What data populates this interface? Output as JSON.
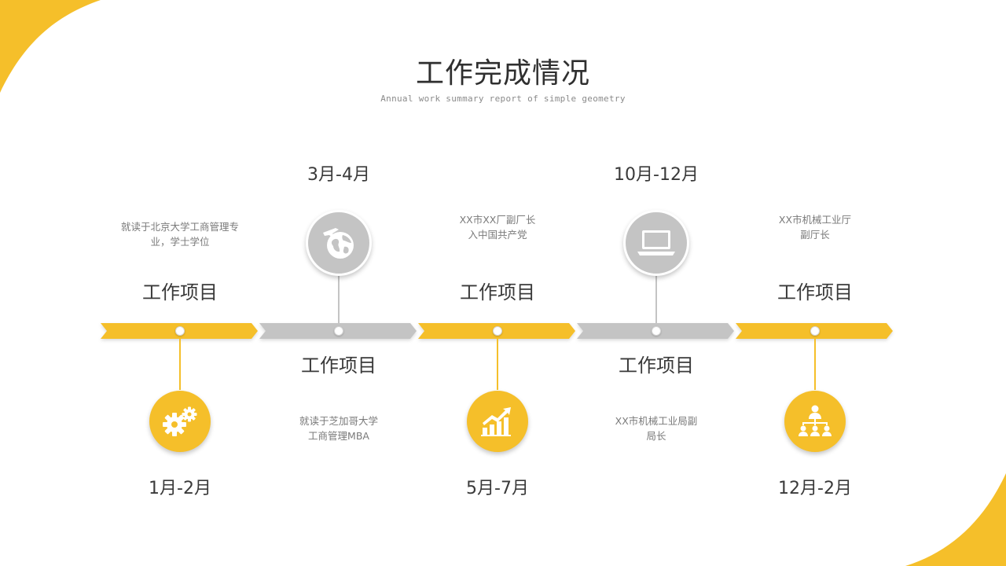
{
  "header": {
    "title": "工作完成情况",
    "subtitle": "Annual work summary report of simple geometry"
  },
  "colors": {
    "accent": "#F5BF2A",
    "neutral": "#C4C4C4",
    "text": "#3A3A3A",
    "muted": "#7A7A7A"
  },
  "timeline": {
    "items": [
      {
        "date": "1月-2月",
        "label": "工作项目",
        "desc": "就读于北京大学工商管理专业，学士学位",
        "icon": "gears-icon",
        "color": "yellow"
      },
      {
        "date": "3月-4月",
        "label": "工作项目",
        "desc": "就读于芝加哥大学工商管理MBA",
        "icon": "globe-plane-icon",
        "color": "gray"
      },
      {
        "date": "5月-7月",
        "label": "工作项目",
        "desc": "XX市XX厂副厂长入中国共产党",
        "icon": "growth-chart-icon",
        "color": "yellow"
      },
      {
        "date": "10月-12月",
        "label": "工作项目",
        "desc": "XX市机械工业局副局长",
        "icon": "laptop-icon",
        "color": "gray"
      },
      {
        "date": "12月-2月",
        "label": "工作项目",
        "desc": "XX市机械工业厅副厅长",
        "icon": "org-chart-icon",
        "color": "yellow"
      }
    ]
  }
}
